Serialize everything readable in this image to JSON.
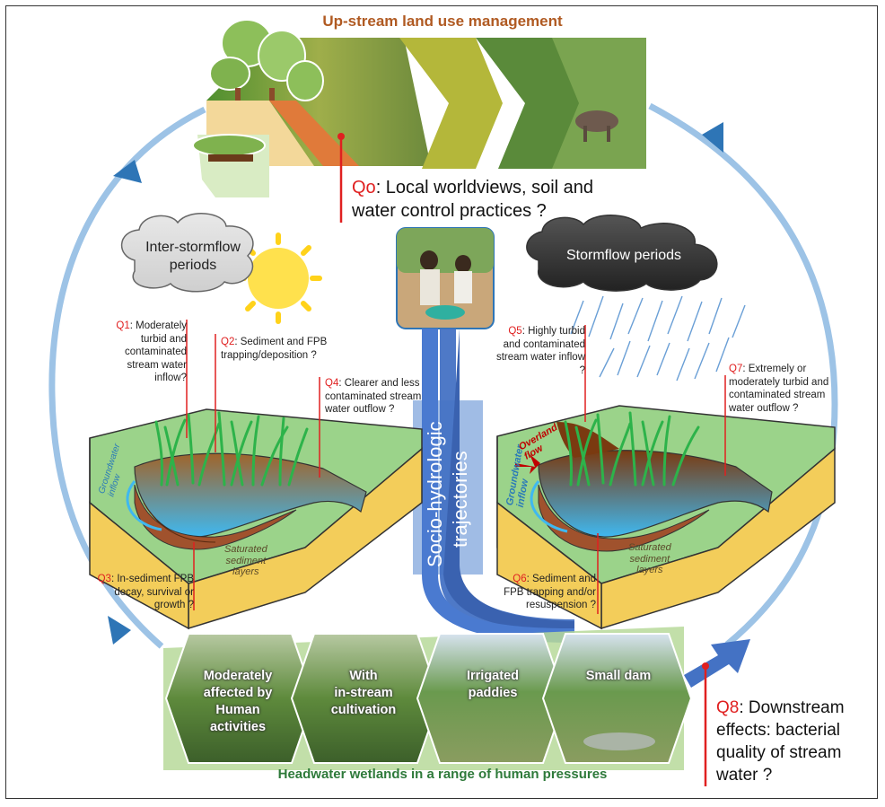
{
  "titles": {
    "top": "Up-stream land use management",
    "bottom": "Headwater wetlands in a range of human pressures"
  },
  "clouds": {
    "inter_line1": "Inter-stormflow",
    "inter_line2": "periods",
    "storm": "Stormflow periods"
  },
  "trajectory": {
    "line1": "Socio-hydrologic",
    "line2": "trajectories"
  },
  "questions": {
    "q0": {
      "num": "Qo",
      "text": ": Local worldviews, soil and water control practices ?"
    },
    "q1": {
      "num": "Q1",
      "text": ": Moderately turbid and contaminated stream water inflow?"
    },
    "q2": {
      "num": "Q2",
      "text": ": Sediment and FPB trapping/deposition ?"
    },
    "q3": {
      "num": "Q3",
      "text": ": In-sediment FPB decay, survival or growth ?"
    },
    "q4": {
      "num": "Q4",
      "text": ": Clearer and less contaminated stream water outflow ?"
    },
    "q5": {
      "num": "Q5",
      "text": ": Highly turbid and contaminated stream water inflow ?"
    },
    "q6": {
      "num": "Q6",
      "text": ": Sediment and FPB trapping and/or resuspension ?"
    },
    "q7": {
      "num": "Q7",
      "text": ": Extremely or moderately turbid and contaminated stream water outflow ?"
    },
    "q8": {
      "num": "Q8",
      "text": ": Downstream effects: bacterial quality of stream water ?"
    }
  },
  "block_labels": {
    "groundwater_line1": "Groundwater",
    "groundwater_line2": "inflow",
    "saturated_line1": "Saturated",
    "saturated_line2": "sediment",
    "saturated_line3": "layers",
    "overland_line1": "Overland",
    "overland_line2": "flow"
  },
  "wetlands": [
    {
      "label_line1": "Moderately",
      "label_line2": "affected by",
      "label_line3": "Human",
      "label_line4": "activities"
    },
    {
      "label_line1": "With",
      "label_line2": "in-stream",
      "label_line3": "cultivation"
    },
    {
      "label_line1": "Irrigated",
      "label_line2": "paddies"
    },
    {
      "label_line1": "Small dam"
    }
  ],
  "colors": {
    "cycle_arrow": "#9dc3e6",
    "arrow_head": "#2e75b6",
    "question_red": "#e02020",
    "trajectory_blue": "#4472c4",
    "wetland_green": "#8dbf6a",
    "soil_yellow": "#f5d35a",
    "title_brown": "#b05a22",
    "title_green": "#2e7a3a"
  }
}
